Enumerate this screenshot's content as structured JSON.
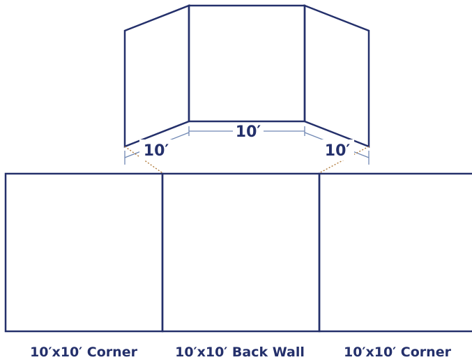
{
  "booth": {
    "dimensions": {
      "left_side": "10′",
      "back_wall": "10′",
      "right_side": "10′"
    },
    "labels": {
      "left": "10′x10′ Corner",
      "center": "10′x10′ Back Wall",
      "right": "10′x10′ Corner"
    }
  },
  "colors": {
    "outline": "#24306b",
    "dimension": "#6f87b3",
    "connector": "#b07a3a"
  }
}
